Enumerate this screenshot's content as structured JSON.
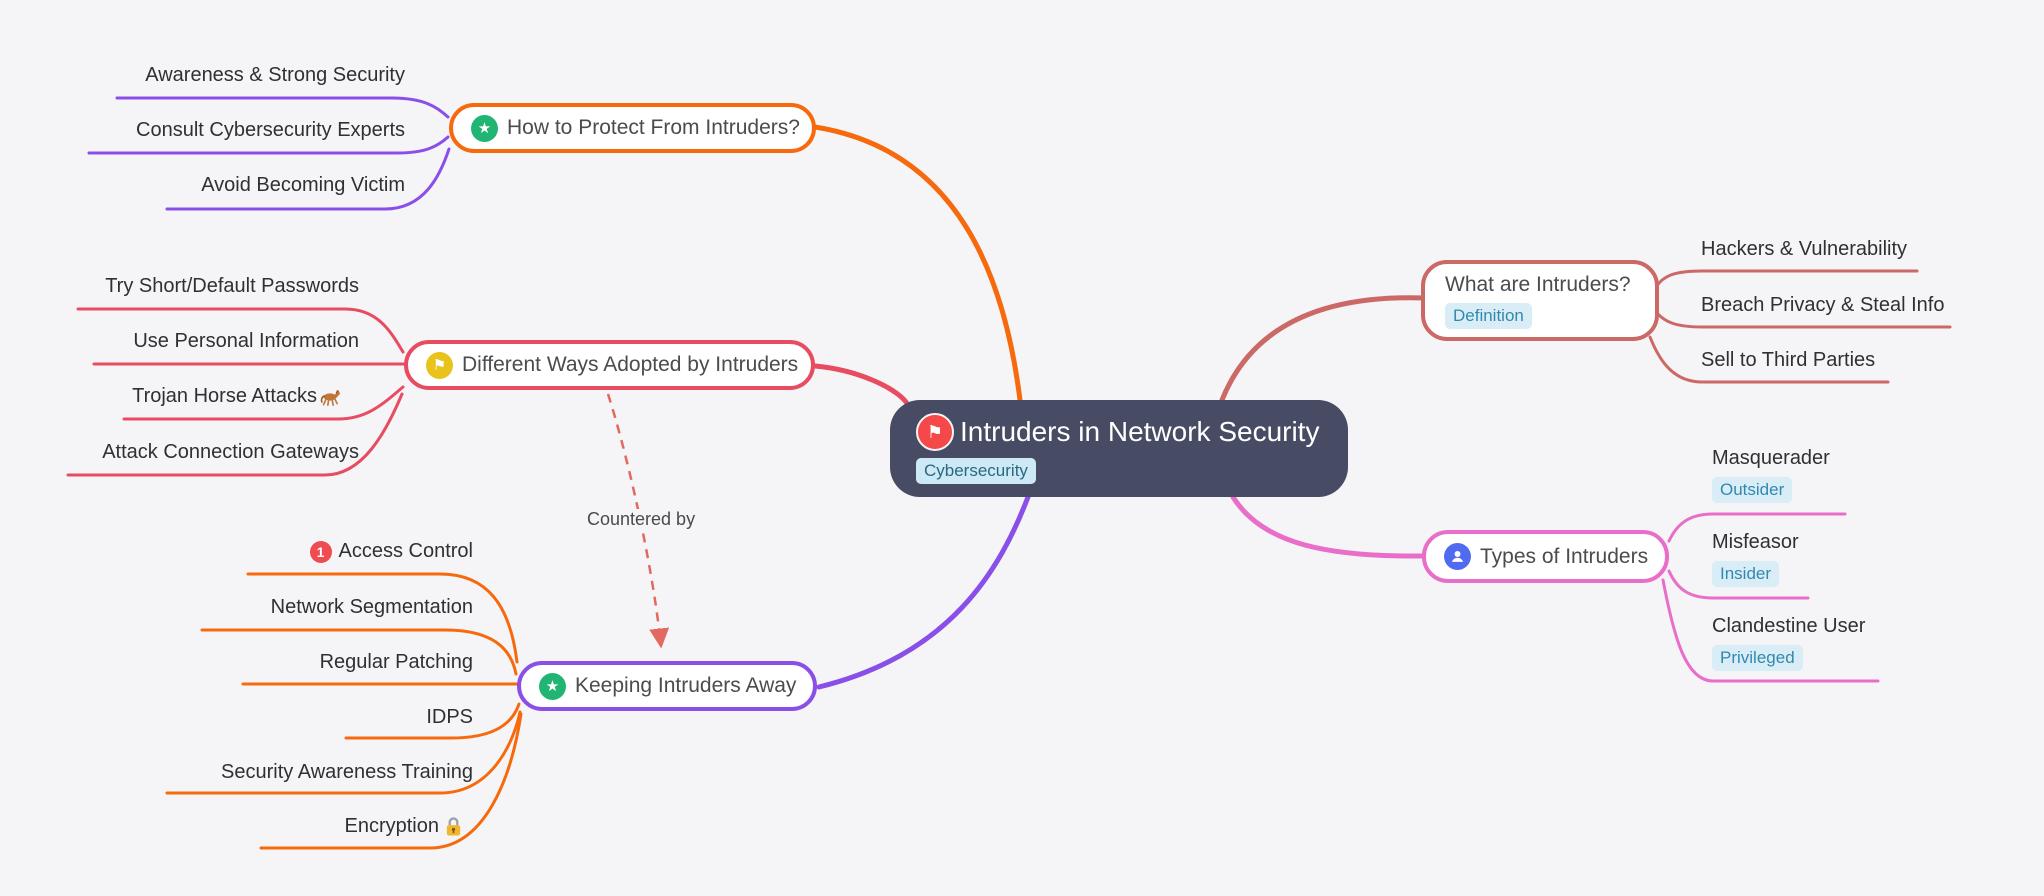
{
  "root": {
    "label": "Intruders in Network Security",
    "badge": "Cybersecurity",
    "icon": "flag-icon",
    "bg_color": "#474b63"
  },
  "edge_label": "Countered by",
  "branches": [
    {
      "label": "How to Protect From Intruders?",
      "icon": "star-icon",
      "border_color": "#f66a0d",
      "child_line_color": "#8a4fe8",
      "children": [
        {
          "label": "Awareness & Strong Security"
        },
        {
          "label": "Consult Cybersecurity Experts"
        },
        {
          "label": "Avoid Becoming Victim"
        }
      ]
    },
    {
      "label": "Different Ways Adopted by Intruders",
      "icon": "flag-icon",
      "border_color": "#e84c61",
      "child_line_color": "#e84c61",
      "children": [
        {
          "label": "Try Short/Default Passwords"
        },
        {
          "label": "Use Personal Information"
        },
        {
          "label": "Trojan Horse Attacks",
          "icon": "horse-icon"
        },
        {
          "label": "Attack Connection Gateways"
        }
      ]
    },
    {
      "label": "Keeping Intruders Away",
      "icon": "star-icon",
      "border_color": "#8a4fe8",
      "child_line_color": "#f66a0d",
      "children": [
        {
          "label": "Access Control",
          "icon": "one-badge-icon"
        },
        {
          "label": "Network Segmentation"
        },
        {
          "label": "Regular Patching"
        },
        {
          "label": "IDPS"
        },
        {
          "label": "Security Awareness Training"
        },
        {
          "label": "Encryption",
          "icon": "lock-icon"
        }
      ]
    },
    {
      "label": "What are Intruders?",
      "badge": "Definition",
      "border_color": "#cb6967",
      "child_line_color": "#cb6967",
      "children": [
        {
          "label": "Hackers & Vulnerability"
        },
        {
          "label": "Breach Privacy & Steal Info"
        },
        {
          "label": "Sell to Third Parties"
        }
      ]
    },
    {
      "label": "Types of Intruders",
      "icon": "user-icon",
      "border_color": "#e86ec9",
      "child_line_color": "#e86ec9",
      "children": [
        {
          "label": "Masquerader",
          "badge": "Outsider"
        },
        {
          "label": "Misfeasor",
          "badge": "Insider"
        },
        {
          "label": "Clandestine User",
          "badge": "Privileged"
        }
      ]
    }
  ],
  "colors": {
    "background": "#f5f4f6",
    "central_bg": "#474b63",
    "orange": "#f66a0d",
    "red": "#e84c61",
    "purple": "#8a4fe8",
    "salmon": "#cb6967",
    "pink": "#e86ec9",
    "badge_bg": "#d9edf7",
    "badge_text": "#3289ad",
    "green_icon": "#21b573",
    "yellow_icon": "#e9c31c",
    "blue_icon": "#4f6bf0",
    "red_icon": "#f54848",
    "dashed_edge": "#e2695f"
  }
}
